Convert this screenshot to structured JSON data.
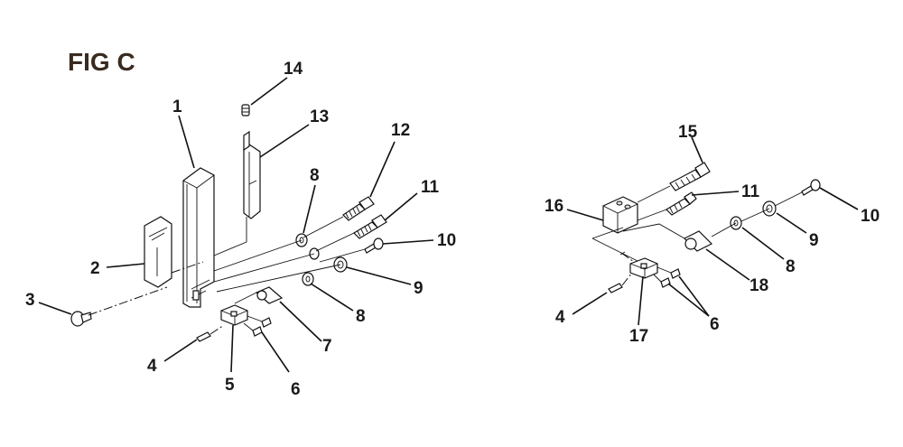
{
  "figure": {
    "title": "FIG C"
  },
  "callouts": {
    "left": {
      "c1": "1",
      "c2": "2",
      "c3": "3",
      "c4": "4",
      "c5": "5",
      "c6": "6",
      "c7": "7",
      "c8a": "8",
      "c8b": "8",
      "c9": "9",
      "c10": "10",
      "c11": "11",
      "c12": "12",
      "c13": "13",
      "c14": "14"
    },
    "right": {
      "c15": "15",
      "c16": "16",
      "c11": "11",
      "c10": "10",
      "c9": "9",
      "c8": "8",
      "c18": "18",
      "c4": "4",
      "c17": "17",
      "c6": "6"
    }
  }
}
